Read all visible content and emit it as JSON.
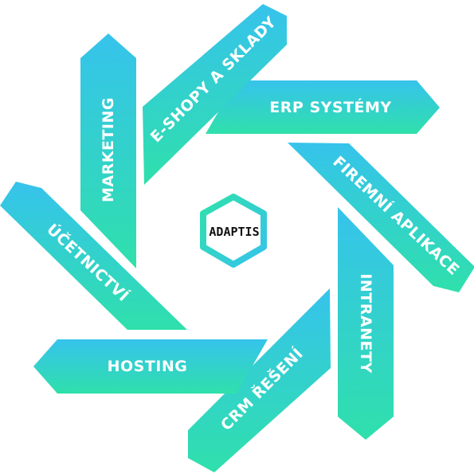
{
  "colors": {
    "gradient_start": "#36c3ec",
    "gradient_end": "#2fe0ab",
    "label": "#ffffff",
    "logo_text": "#111111"
  },
  "logo": {
    "text": "ADAPTIS"
  },
  "blades": [
    {
      "id": "erp",
      "label": "ERP SYSTÉMY"
    },
    {
      "id": "firemni",
      "label": "FIREMNÍ APLIKACE"
    },
    {
      "id": "intranety",
      "label": "INTRANETY"
    },
    {
      "id": "crm",
      "label": "CRM ŘEŠENÍ"
    },
    {
      "id": "hosting",
      "label": "HOSTING"
    },
    {
      "id": "ucetnictvi",
      "label": "ÚČETNICTVÍ"
    },
    {
      "id": "marketing",
      "label": "MARKETING"
    },
    {
      "id": "eshopy",
      "label": "E-SHOPY A SKLADY"
    }
  ]
}
